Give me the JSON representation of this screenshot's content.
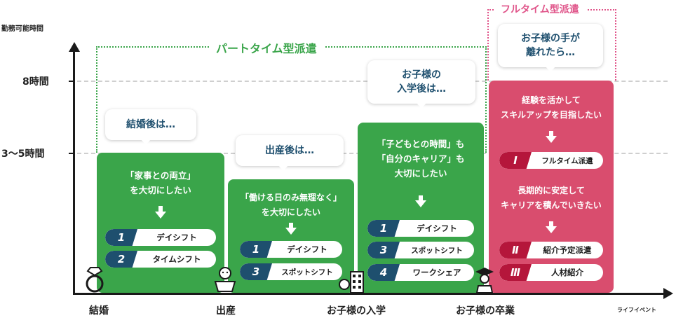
{
  "axes": {
    "y_title": "勤務可能時間",
    "y_labels": [
      "8時間",
      "3〜5時間"
    ],
    "x_labels": [
      "結婚",
      "出産",
      "お子様の入学",
      "お子様の卒業"
    ],
    "x_title": "ライフイベント"
  },
  "brackets": {
    "part_time": "パートタイム型派遣",
    "full_time": "フルタイム型派遣"
  },
  "stages": [
    {
      "bubble": "結婚後は…",
      "wish": [
        "「家事との両立」",
        "を大切にしたい"
      ],
      "pills": [
        {
          "num": "1",
          "label": "デイシフト"
        },
        {
          "num": "2",
          "label": "タイムシフト"
        }
      ]
    },
    {
      "bubble": "出産後は…",
      "wish": [
        "「働ける日のみ無理なく」",
        "を大切にしたい"
      ],
      "pills": [
        {
          "num": "1",
          "label": "デイシフト"
        },
        {
          "num": "3",
          "label": "スポットシフト"
        }
      ]
    },
    {
      "bubble": [
        "お子様の",
        "入学後は…"
      ],
      "wish": [
        "「子どもとの時間」も",
        "「自分のキャリア」も",
        "大切にしたい"
      ],
      "pills": [
        {
          "num": "1",
          "label": "デイシフト"
        },
        {
          "num": "3",
          "label": "スポットシフト"
        },
        {
          "num": "4",
          "label": "ワークシェア"
        }
      ]
    },
    {
      "bubble": [
        "お子様の手が",
        "離れたら…"
      ],
      "wish1": [
        "経験を活かして",
        "スキルアップを目指したい"
      ],
      "pill1": {
        "num": "Ⅰ",
        "label": "フルタイム派遣"
      },
      "wish2": [
        "長期的に安定して",
        "キャリアを積んでいきたい"
      ],
      "pills2": [
        {
          "num": "Ⅱ",
          "label": "紹介予定派遣"
        },
        {
          "num": "Ⅲ",
          "label": "人材紹介"
        }
      ]
    }
  ],
  "colors": {
    "green": "#3aa54a",
    "pink": "#d94d6e",
    "navy": "#1e4f6e",
    "crimson": "#b5163b"
  }
}
